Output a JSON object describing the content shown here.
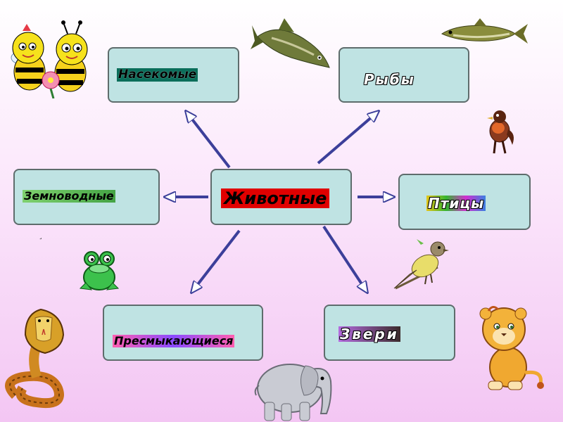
{
  "diagram": {
    "center": {
      "label": "Животные"
    },
    "categories": [
      {
        "id": "insects",
        "label": "Насекомые"
      },
      {
        "id": "fish",
        "label": "Рыбы"
      },
      {
        "id": "amphibians",
        "label": "Земноводные"
      },
      {
        "id": "birds",
        "label": "Птицы"
      },
      {
        "id": "reptiles",
        "label": "Пресмыкающиеся"
      },
      {
        "id": "mammals",
        "label": "Звери"
      }
    ],
    "stray_mark": "¸"
  },
  "colors": {
    "background_top": "#ffffff",
    "background_bottom": "#f3c6f3",
    "box_fill": "#bfe3e3",
    "box_border": "#5e6c6c",
    "arrow": "#3c3f9a",
    "center_label_bg": "#e00000"
  },
  "illustrations": [
    "bees-icon",
    "fish-icon",
    "fish-icon",
    "bird-icon",
    "frog-icon",
    "songbird-icon",
    "cobra-icon",
    "elephant-icon",
    "lion-cub-icon"
  ]
}
